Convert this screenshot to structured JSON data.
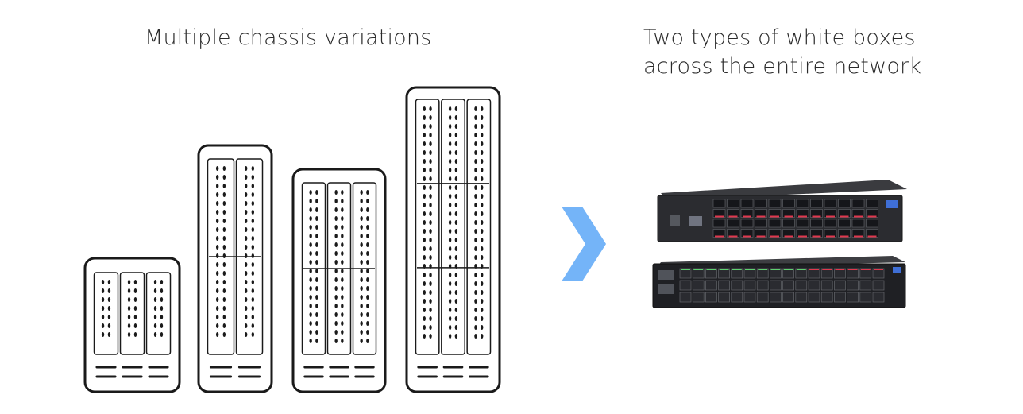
{
  "left_section": {
    "title": "Multiple chassis variations",
    "chassis_count": 4
  },
  "right_section": {
    "title_line1": "Two types of white boxes",
    "title_line2": "across the entire network",
    "device_count": 2
  },
  "colors": {
    "arrow": "#74b4f8",
    "outline": "#1a1a1a",
    "port_highlight_red": "#e0384e",
    "port_highlight_green": "#5fd070"
  }
}
